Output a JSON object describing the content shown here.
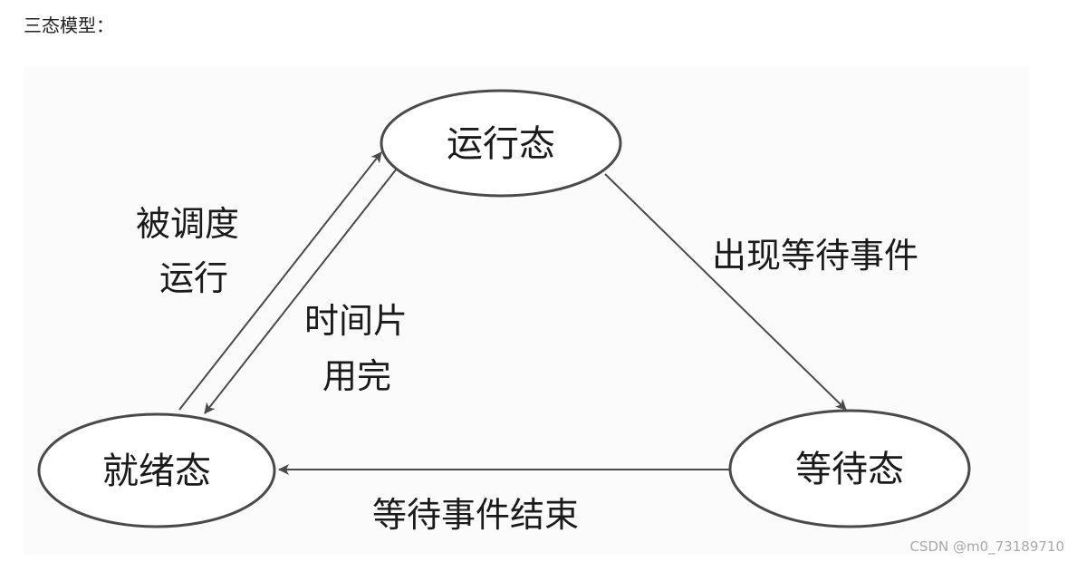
{
  "heading": "三态模型：",
  "diagram": {
    "nodes": {
      "running": "运行态",
      "ready": "就绪态",
      "waiting": "等待态"
    },
    "edges": {
      "scheduled_line1": "被调度",
      "scheduled_line2": "运行",
      "timeslice_line1": "时间片",
      "timeslice_line2": "用完",
      "wait_event": "出现等待事件",
      "wait_end": "等待事件结束"
    }
  },
  "watermark": "CSDN @m0_73189710",
  "colors": {
    "stroke": "#4a4a4a",
    "text": "#1a1a1a",
    "background": "#fbfbfb"
  }
}
